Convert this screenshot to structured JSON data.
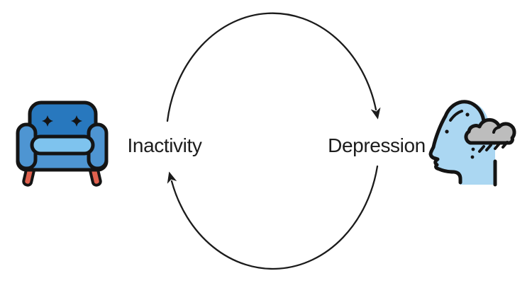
{
  "diagram": {
    "type": "cycle",
    "background": "#ffffff",
    "nodes": [
      {
        "id": "inactivity",
        "label": "Inactivity",
        "icon": "armchair-icon",
        "position": "left"
      },
      {
        "id": "depression",
        "label": "Depression",
        "icon": "head-rain-cloud-icon",
        "position": "right"
      }
    ],
    "arrows": [
      {
        "name": "cycle-arc-top",
        "from": "Inactivity",
        "to": "Depression",
        "direction": "clockwise"
      },
      {
        "name": "cycle-arc-bottom",
        "from": "Depression",
        "to": "Inactivity",
        "direction": "clockwise"
      }
    ],
    "colors": {
      "line": "#1b1b1b",
      "text": "#1d1d1d",
      "outline": "#141414",
      "chair_back": "#2878be",
      "chair_body": "#4e95d2",
      "chair_cushion": "#7ec3ee",
      "chair_leg": "#e0614e",
      "head": "#abd7f2",
      "cloud": "#bdbdbd"
    }
  }
}
